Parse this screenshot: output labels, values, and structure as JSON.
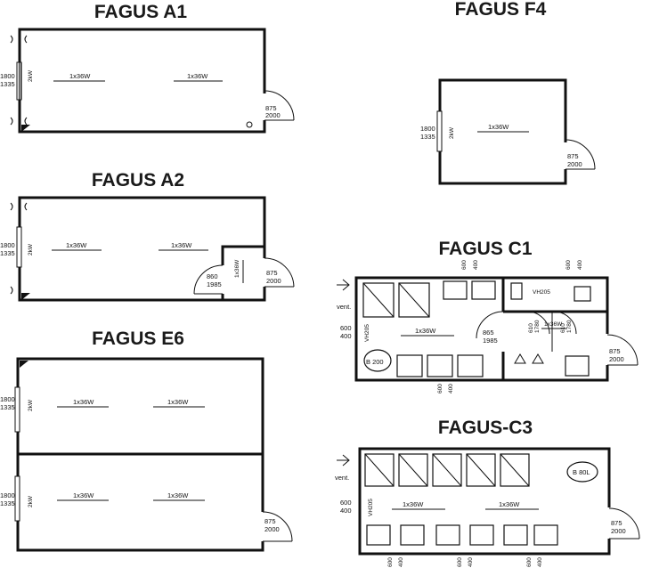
{
  "titles": {
    "a1": "FAGUS A1",
    "f4": "FAGUS F4",
    "a2": "FAGUS A2",
    "c1": "FAGUS C1",
    "e6": "FAGUS E6",
    "c3": "FAGUS-C3"
  },
  "labels": {
    "window_w": "1800",
    "window_h": "1335",
    "heater": "2kW",
    "lamp": "1x36W",
    "door_w": "875",
    "door_h": "2000",
    "inner_door_w": "860",
    "inner_door_h": "1985",
    "c1_door_w": "865",
    "c1_door_h": "1985",
    "c1_inner_door_w": "610",
    "c1_inner_door_h": "1780",
    "wc_window_w": "600",
    "wc_window_h": "400",
    "vent": "vent.",
    "wash_heater": "VH205",
    "boiler_c1": "B 200",
    "boiler_c3": "B 80L"
  }
}
